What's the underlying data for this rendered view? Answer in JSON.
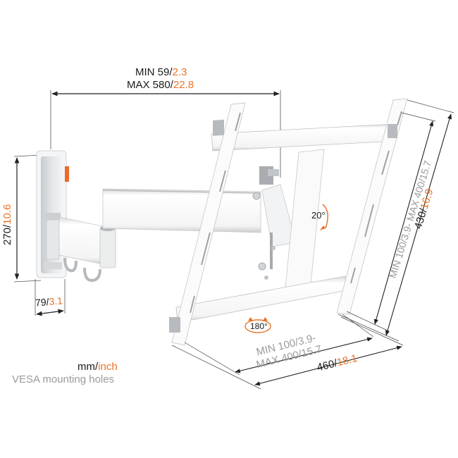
{
  "colors": {
    "orange_accent": "#e8742a",
    "dimension_line": "#222222",
    "gray_text": "#9b9b9b",
    "mount_white": "#f7f7f7",
    "mount_gray": "#b8bcc0"
  },
  "dimensions": {
    "arm_extension": {
      "min_mm": "MIN 59/",
      "min_inch": "2.3",
      "max_mm": "MAX 580/",
      "max_inch": "22.8"
    },
    "wall_plate_height": {
      "mm": "270/",
      "inch": "10.6"
    },
    "wall_plate_width": {
      "mm": "79/",
      "inch": "3.1"
    },
    "vertical_vesa": {
      "text": "MIN 100/3.9- MAX 400/15.7"
    },
    "total_height": {
      "mm": "430/",
      "inch": "16.9"
    },
    "horizontal_vesa": {
      "line1": "MIN 100/3.9-",
      "line2": "MAX 400/15.7"
    },
    "total_width": {
      "mm": "460/",
      "inch": "18.1"
    }
  },
  "rotation": {
    "tilt": "20°",
    "swivel": "180°"
  },
  "legend": {
    "units_mm": "mm/",
    "units_inch": "inch",
    "vesa_caption": "VESA mounting holes"
  }
}
